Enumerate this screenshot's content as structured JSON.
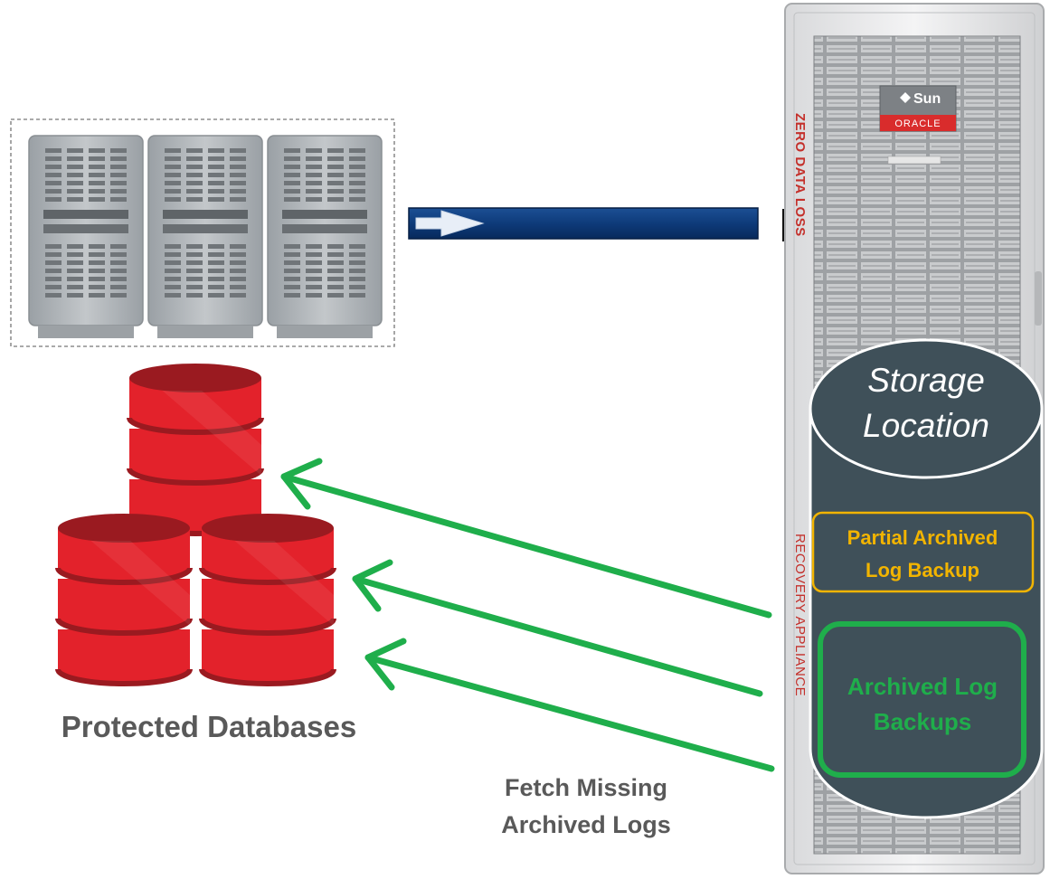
{
  "servers": {
    "count": 3,
    "icon": "server-rack-icon"
  },
  "databases": {
    "count": 3,
    "icon": "database-cylinder-icon",
    "label": "Protected Databases"
  },
  "transport": {
    "icon": "network-link-arrow-icon"
  },
  "appliance": {
    "icon": "rack-appliance-icon",
    "brand": "Sun",
    "brand_sub": "ORACLE",
    "side_label_top": "ZERO DATA LOSS",
    "side_label_bottom": "RECOVERY APPLIANCE",
    "storage": {
      "title_line1": "Storage",
      "title_line2": "Location",
      "partial_line1": "Partial Archived",
      "partial_line2": "Log Backup",
      "backups_line1": "Archived Log",
      "backups_line2": "Backups"
    }
  },
  "fetch": {
    "arrow_count": 3,
    "label_line1": "Fetch Missing",
    "label_line2": "Archived Logs"
  },
  "colors": {
    "db_red": "#e3222b",
    "db_dark": "#9a1a20",
    "arrow_green": "#1fae4b",
    "storage_slate": "#3f5059",
    "partial_amber": "#f2b400",
    "link_blue": "#0e3b7a",
    "label_gray": "#595959"
  }
}
